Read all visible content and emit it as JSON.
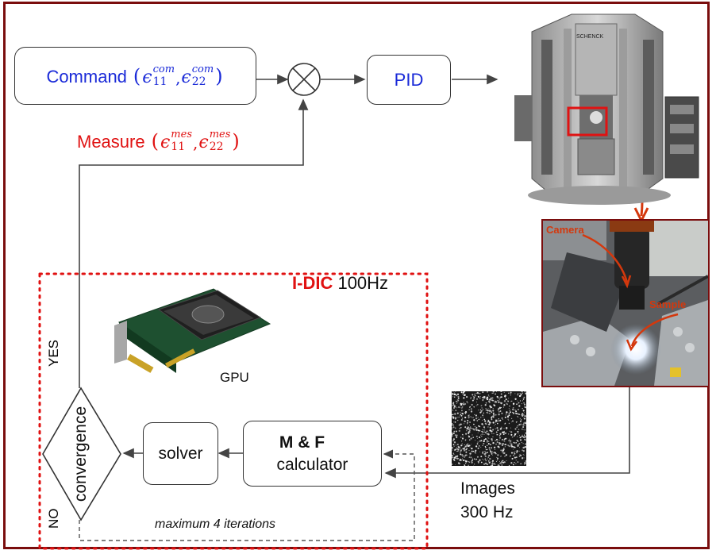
{
  "command": {
    "label": "Command",
    "eps": "ϵ",
    "sup": "com",
    "sub1": "11",
    "sub2": "22",
    "comma": ",",
    "open": "(",
    "close": ")"
  },
  "measure": {
    "label": "Measure",
    "eps": "ϵ",
    "sup": "mes",
    "sub1": "11",
    "sub2": "22",
    "comma": ",",
    "open": "(",
    "close": ")"
  },
  "summing_junction_symbol": "⊗",
  "pid_label": "PID",
  "photos": {
    "camera_label": "Camera",
    "sample_label": "Sample",
    "machine_brand": "SCHENCK"
  },
  "idic": {
    "title": "I-DIC",
    "rate": "100Hz"
  },
  "gpu_label": "GPU",
  "yes_label": "YES",
  "no_label": "NO",
  "convergence_label": "convergence",
  "solver_label": "solver",
  "mf": {
    "title": "M & F",
    "subtitle": "calculator"
  },
  "iterations_label": "maximum 4 iterations",
  "images": {
    "label": "Images",
    "rate": "300 Hz"
  },
  "colors": {
    "frame": "#7a0d0d",
    "command_text": "#1a2ad8",
    "measure_text": "#e01212",
    "idic_border": "#e01212",
    "annotation": "#d4380d"
  }
}
